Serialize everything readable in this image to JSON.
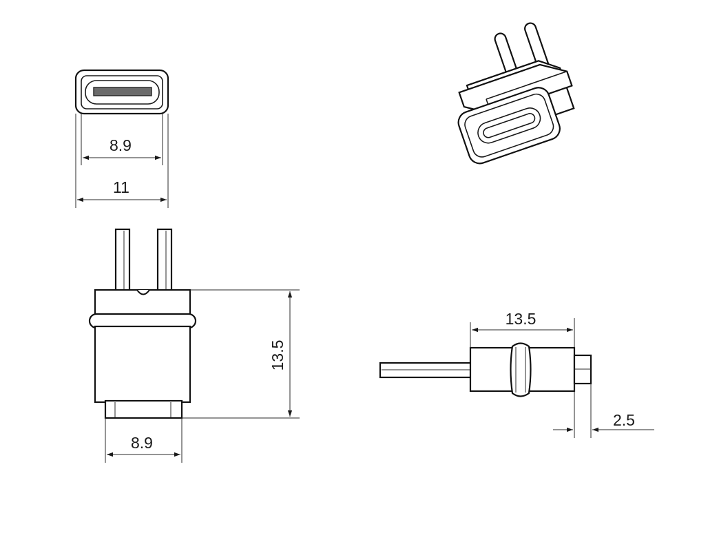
{
  "front_view": {
    "inner_width": "8.9",
    "outer_width": "11"
  },
  "side_view": {
    "height": "13.5",
    "base_width": "8.9"
  },
  "top_view": {
    "length": "13.5",
    "flange": "2.5"
  },
  "colors": {
    "line": "#1a1a1a",
    "background": "#ffffff"
  }
}
